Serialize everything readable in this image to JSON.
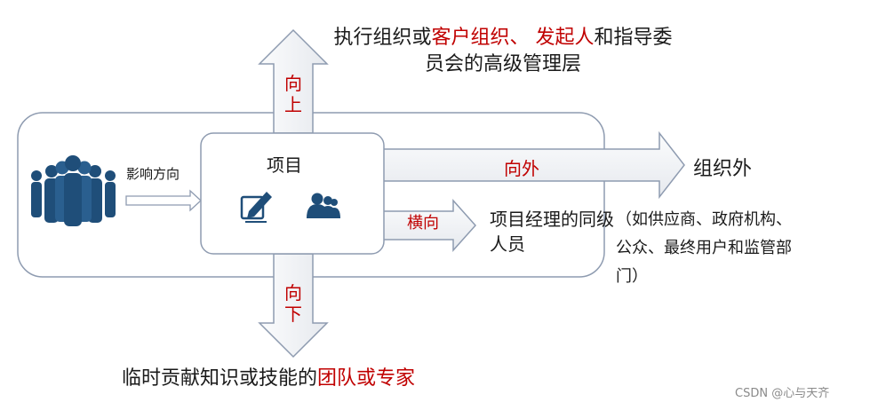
{
  "upward": {
    "direction_label": "向上",
    "line1_part1": "执行组织或",
    "line1_part2": "客户组织、 发起人",
    "line1_part3": "和指导委",
    "line2": "员会的高级管理层"
  },
  "project": {
    "label": "项目",
    "icons": [
      "edit-document-icon",
      "people-group-icon"
    ]
  },
  "team": {
    "icon": "crowd-icon",
    "influence_label": "影响方向"
  },
  "outward": {
    "direction_label": "向外",
    "target_label": "组织外",
    "examples": "（如供应商、政府机构、公众、最终用户和监管部门）"
  },
  "lateral": {
    "direction_label": "横向",
    "target_label": "项目经理的同级人员"
  },
  "downward": {
    "direction_label": "向下",
    "text_part1": "临时贡献知识或技能的",
    "text_part2": "团队或专家"
  },
  "watermark": "CSDN @心与天齐",
  "colors": {
    "accent_red": "#c00000",
    "arrow_fill": "#f3f5f8",
    "arrow_stroke": "#8e9bb0",
    "people_blue": "#1f4e79"
  }
}
